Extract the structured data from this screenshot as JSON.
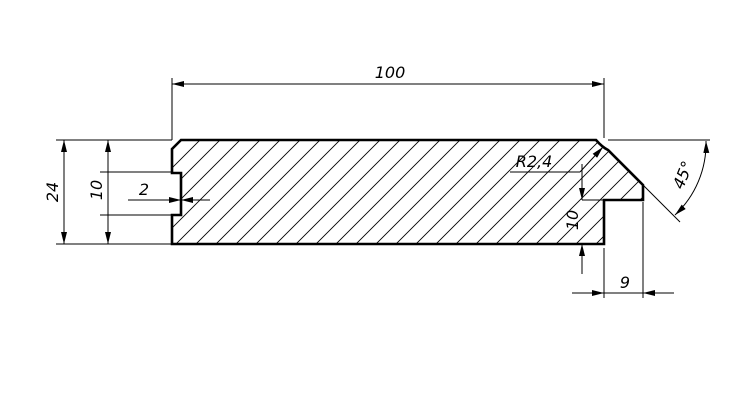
{
  "dimensions": {
    "overall_length": "100",
    "overall_thickness": "24",
    "groove_width": "10",
    "groove_depth": "2",
    "tongue_radius": "R2,4",
    "tongue_height": "10",
    "tongue_length": "9",
    "bevel_angle": "45°"
  }
}
